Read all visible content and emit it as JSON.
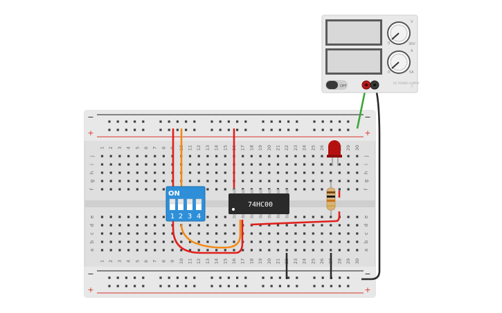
{
  "breadboard": {
    "column_numbers": [
      "1",
      "2",
      "3",
      "4",
      "5",
      "6",
      "7",
      "8",
      "9",
      "10",
      "11",
      "12",
      "13",
      "14",
      "15",
      "16",
      "17",
      "18",
      "19",
      "20",
      "21",
      "22",
      "23",
      "24",
      "25",
      "26",
      "27",
      "28",
      "29",
      "30"
    ],
    "top_rows": [
      "j",
      "i",
      "h",
      "g",
      "f"
    ],
    "bottom_rows": [
      "e",
      "d",
      "c",
      "b",
      "a"
    ],
    "rail_minus": "−",
    "rail_plus": "+"
  },
  "dip_switch": {
    "label": "ON",
    "positions": [
      "1",
      "2",
      "3",
      "4"
    ]
  },
  "chip": {
    "label": "74HC00"
  },
  "power_supply": {
    "off_label": "OFF",
    "knob_v_label": "V",
    "knob_a_label": "A",
    "knob_v_max": "30V",
    "knob_a_max": "5A",
    "knob_min": "0",
    "brand": "DC POWER SUPPLY"
  },
  "colors": {
    "board": "#e3e3e3",
    "rail_red": "#d9342b",
    "rail_blue": "#1a1a1a",
    "dip_blue": "#2e8fd8",
    "chip": "#2a2a2a",
    "wire_red": "#e0201c",
    "wire_orange": "#f28a14",
    "wire_green": "#3aa63a",
    "wire_black": "#2a2a2a",
    "led": "#b51010"
  }
}
